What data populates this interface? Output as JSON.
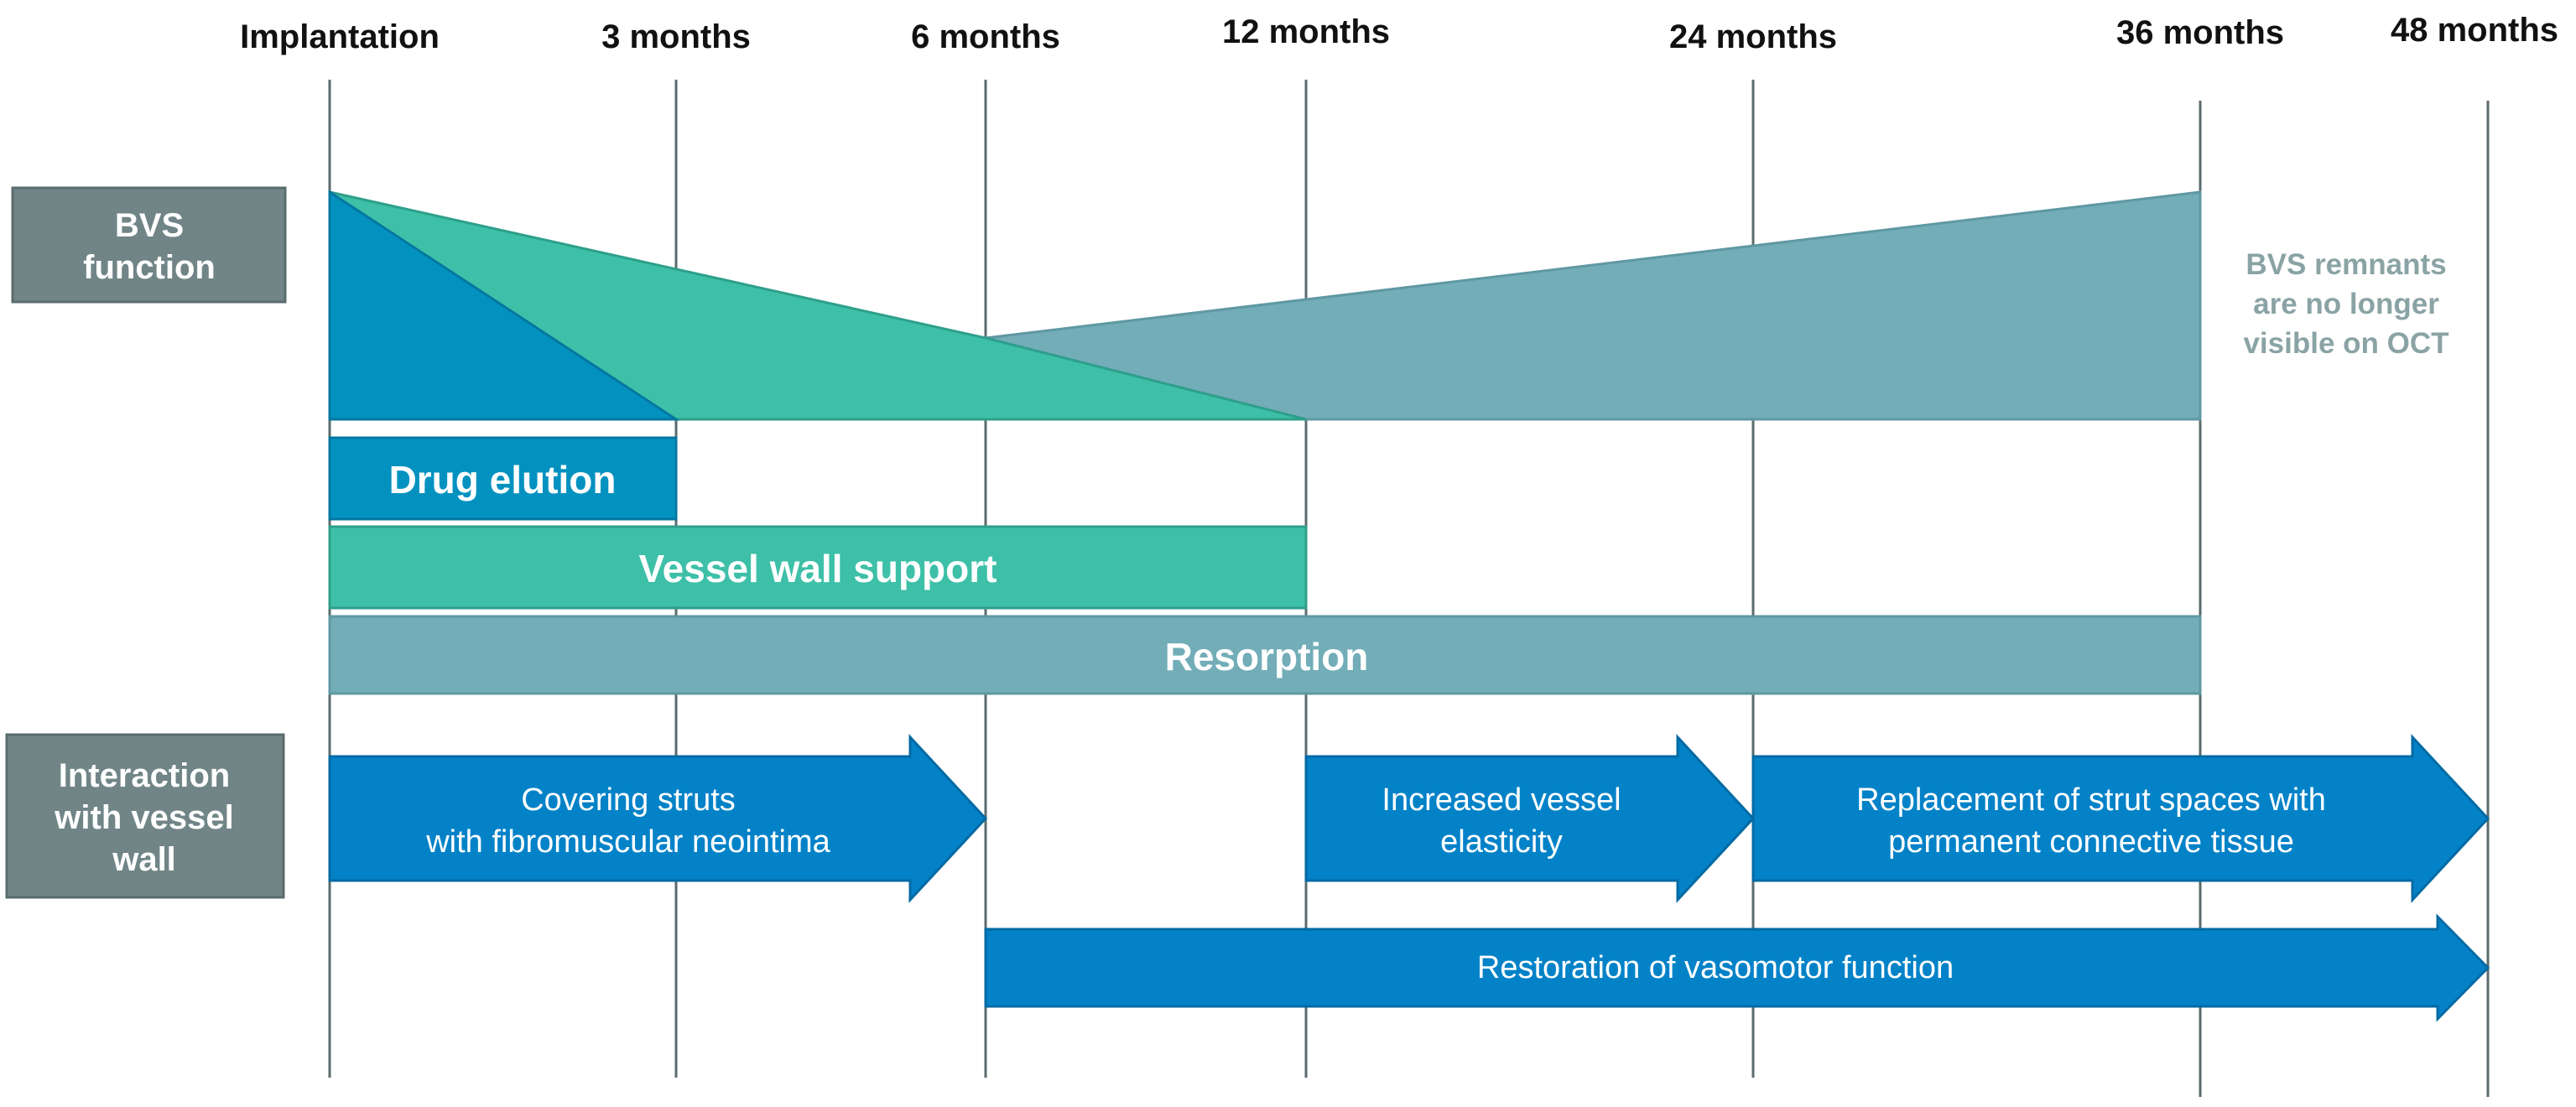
{
  "colors": {
    "drug": "#0392c0",
    "support": "#3dc0a7",
    "resorption": "#72adb8",
    "arrow": "#0382c8",
    "row_label_bg": "#718587",
    "note": "#8aa3a5",
    "gridline": "#5b6b6d"
  },
  "timeline": {
    "labels": [
      "Implantation",
      "3 months",
      "6 months",
      "12 months",
      "24 months",
      "36 months",
      "48 months"
    ]
  },
  "rows": {
    "bvs_function": {
      "lines": [
        "BVS",
        "function"
      ]
    },
    "interaction": {
      "lines": [
        "Interaction",
        "with vessel",
        "wall"
      ]
    }
  },
  "bars": {
    "drug_elution": "Drug elution",
    "vessel_wall_support": "Vessel wall support",
    "resorption": "Resorption"
  },
  "arrows": {
    "covering": [
      "Covering struts",
      "with fibromuscular neointima"
    ],
    "elasticity": [
      "Increased vessel",
      "elasticity"
    ],
    "replacement": [
      "Replacement of strut spaces with",
      "permanent connective tissue"
    ],
    "vasomotor": [
      "Restoration of vasomotor function"
    ]
  },
  "note": {
    "lines": [
      "BVS remnants",
      "are no longer",
      "visible on OCT"
    ]
  }
}
